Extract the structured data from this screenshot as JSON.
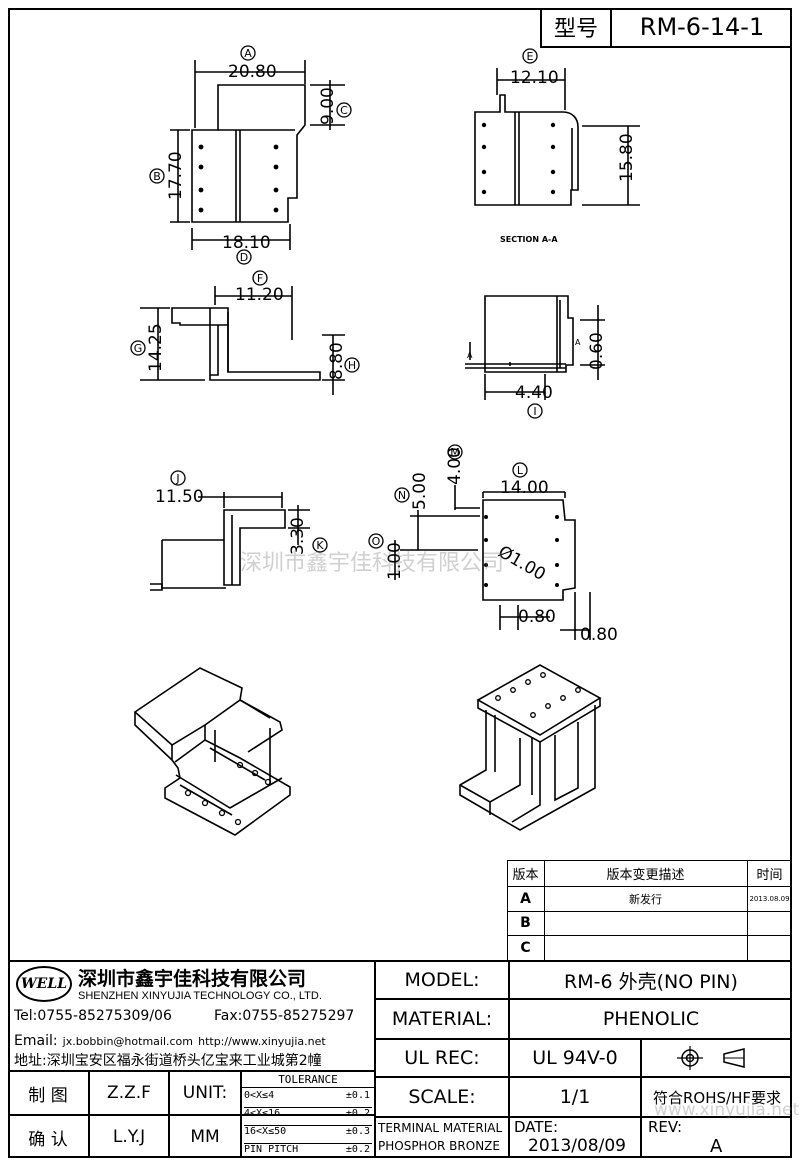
{
  "header": {
    "type_label": "型号",
    "model_code": "RM-6-14-1"
  },
  "drawing": {
    "dims": {
      "A": "20.80",
      "B": "17.70",
      "C": "9.00",
      "D": "18.10",
      "E": "12.10",
      "sec_h": "15.80",
      "F": "11.20",
      "G": "14.25",
      "H": "8.80",
      "sec2_h": "0.60",
      "I": "4.40",
      "J": "11.50",
      "K": "3.30",
      "L": "14.00",
      "M": "4.00",
      "N": "5.00",
      "O": "1.00",
      "hole": "Ø1.00",
      "w1": "0.80",
      "w2": "0.80"
    },
    "letters": [
      "A",
      "B",
      "C",
      "D",
      "E",
      "F",
      "G",
      "H",
      "I",
      "J",
      "K",
      "L",
      "M",
      "N",
      "O"
    ],
    "section_label": "SECTION  A-A",
    "section_marks": [
      "A",
      "A"
    ]
  },
  "watermarks": {
    "center": "深圳市鑫宇佳科技有限公司",
    "corner": "www.xinyujia.net"
  },
  "revisions": {
    "headers": [
      "版本",
      "版本变更描述",
      "时间"
    ],
    "rows": [
      {
        "ver": "A",
        "desc": "新发行",
        "date": "2013.08.09"
      },
      {
        "ver": "B",
        "desc": "",
        "date": ""
      },
      {
        "ver": "C",
        "desc": "",
        "date": ""
      }
    ]
  },
  "company": {
    "logo_text": "WELL",
    "name_cn": "深圳市鑫宇佳科技有限公司",
    "name_en": "SHENZHEN XINYUJIA TECHNOLOGY CO., LTD.",
    "tel": "Tel:0755-85275309/06",
    "fax": "Fax:0755-85275297",
    "email_label": "Email:",
    "email": "jx.bobbin@hotmail.com",
    "web": "http://www.xinyujia.net",
    "address": "地址:深圳宝安区福永街道桥头亿宝来工业城第2幢"
  },
  "titleblock": {
    "drawn_label": "制 图",
    "drawn_by": "Z.Z.F",
    "check_label": "确 认",
    "check_by": "L.Y.J",
    "unit_label": "UNIT:",
    "unit": "MM",
    "tolerance_title": "TOLERANCE",
    "tolerances": [
      {
        "range": "0<X≤4",
        "tol": "±0.1"
      },
      {
        "range": "4<X≤16",
        "tol": "±0.2"
      },
      {
        "range": "16<X≤50",
        "tol": "±0.3"
      },
      {
        "range": "PIN PITCH",
        "tol": "±0.2"
      }
    ],
    "model_label": "MODEL:",
    "model": "RM-6 外壳(NO PIN)",
    "material_label": "MATERIAL:",
    "material": "PHENOLIC",
    "ulrec_label": "UL REC:",
    "ulrec": "UL 94V-0",
    "scale_label": "SCALE:",
    "scale": "1/1",
    "rohs": "符合ROHS/HF要求",
    "terminal_material_label": "TERMINAL MATERIAL",
    "terminal_material": "PHOSPHOR BRONZE",
    "date_label": "DATE:",
    "date": "2013/08/09",
    "rev_label": "REV:",
    "rev": "A"
  }
}
